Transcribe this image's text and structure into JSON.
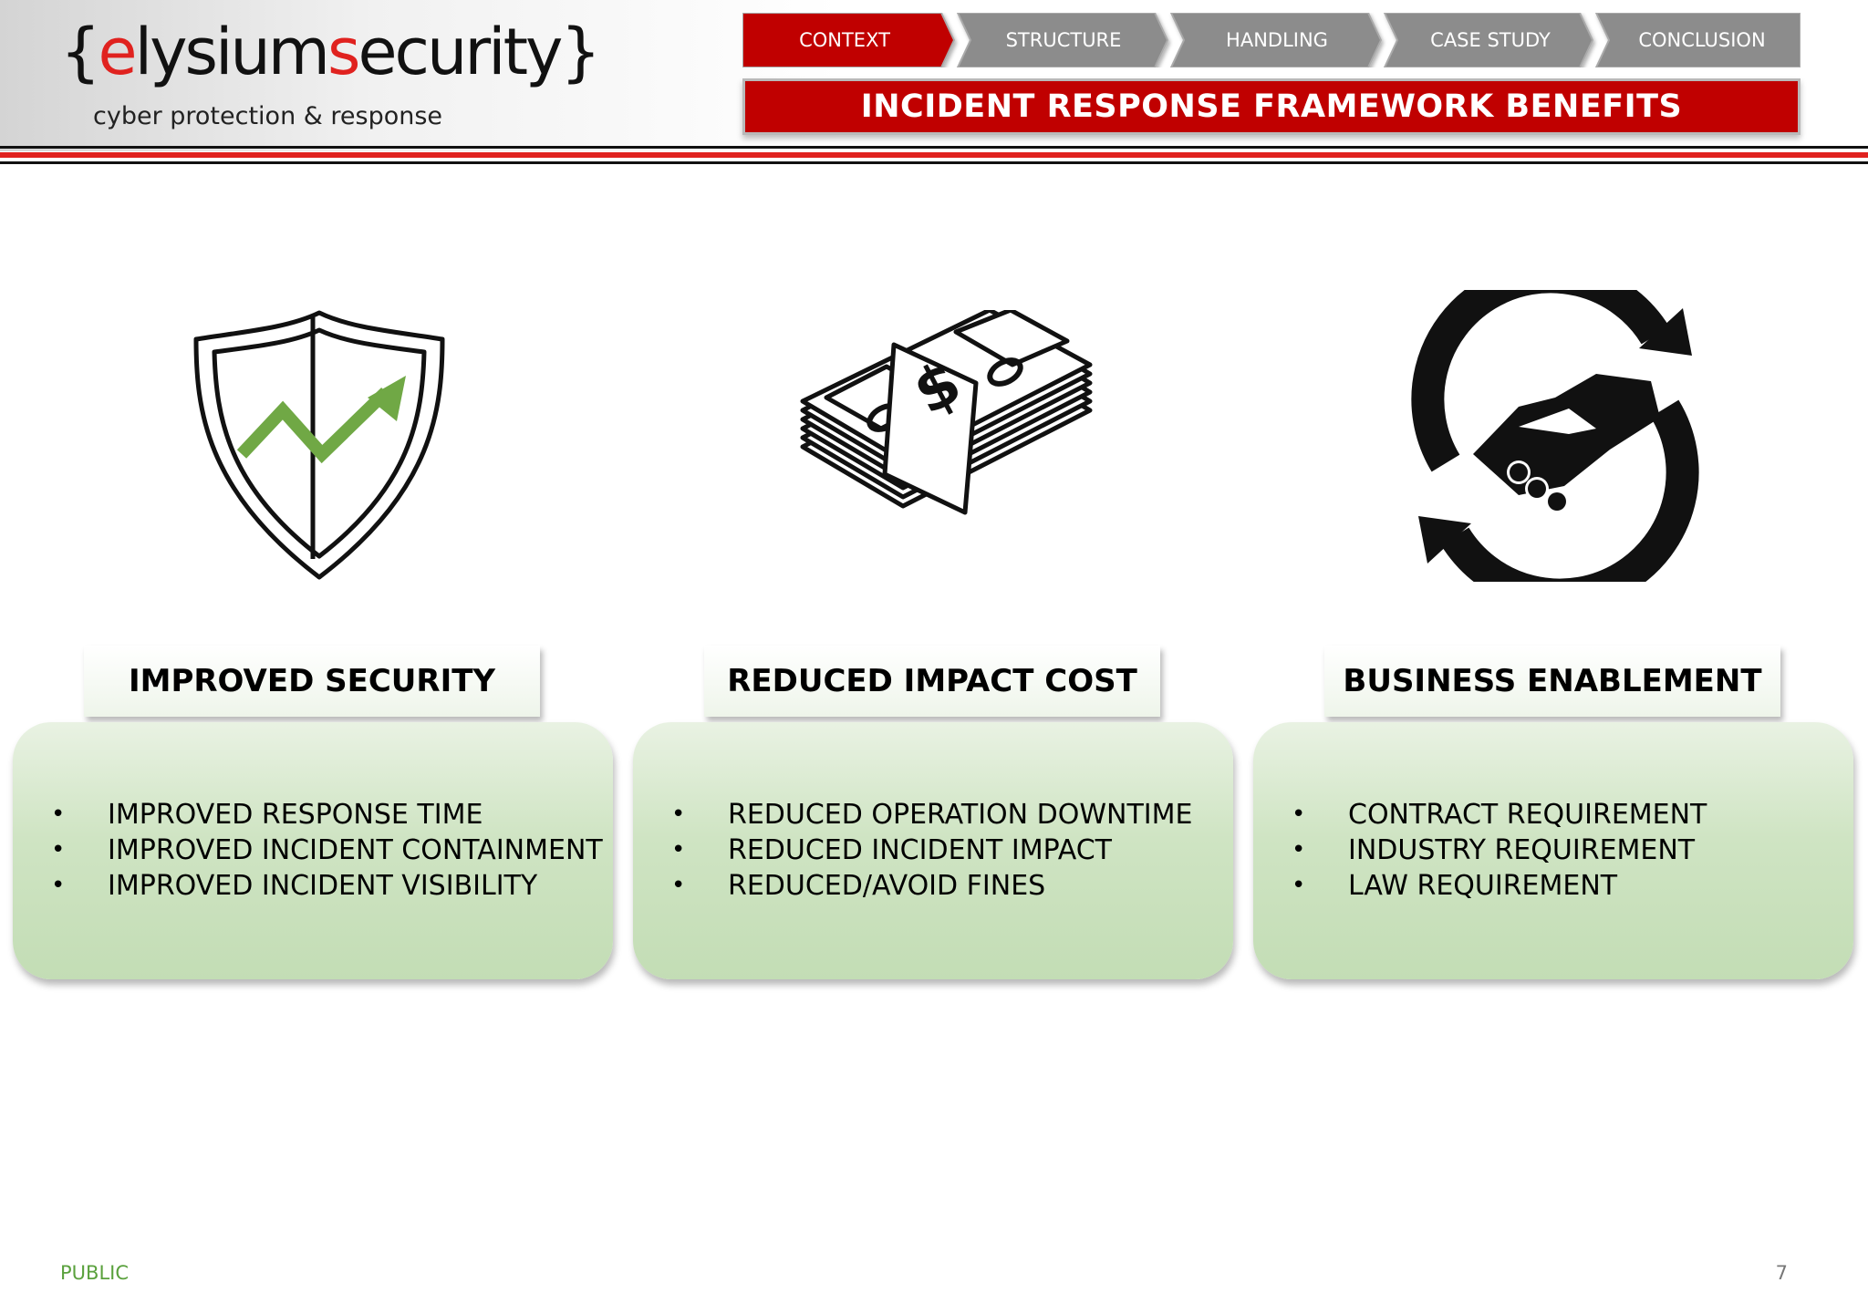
{
  "logo": {
    "open_brace": "{",
    "part1": "e",
    "part2": "lysium",
    "part3": "s",
    "part4": "ecurity",
    "close_brace": "}",
    "tagline": "cyber protection & response"
  },
  "nav": {
    "items": [
      {
        "label": "CONTEXT",
        "active": true
      },
      {
        "label": "STRUCTURE",
        "active": false
      },
      {
        "label": "HANDLING",
        "active": false
      },
      {
        "label": "CASE STUDY",
        "active": false
      },
      {
        "label": "CONCLUSION",
        "active": false
      }
    ],
    "active_color": "#c00000",
    "inactive_color": "#8c8c8c"
  },
  "slide_title": "INCIDENT RESPONSE FRAMEWORK BENEFITS",
  "columns": [
    {
      "title": "IMPROVED SECURITY",
      "icon": "shield-trend-icon",
      "items": [
        "IMPROVED RESPONSE TIME",
        "IMPROVED INCIDENT CONTAINMENT",
        "IMPROVED INCIDENT VISIBILITY"
      ]
    },
    {
      "title": "REDUCED IMPACT COST",
      "icon": "money-stack-icon",
      "items": [
        "REDUCED OPERATION DOWNTIME",
        "REDUCED INCIDENT IMPACT",
        "REDUCED/AVOID FINES"
      ]
    },
    {
      "title": "BUSINESS ENABLEMENT",
      "icon": "handshake-cycle-icon",
      "items": [
        "CONTRACT REQUIREMENT",
        "INDUSTRY REQUIREMENT",
        "LAW REQUIREMENT"
      ]
    }
  ],
  "colors": {
    "brand_red": "#e0221f",
    "title_red": "#c00000",
    "accent_green": "#70a845",
    "box_green": "#cfe4c3"
  },
  "footer": {
    "classification": "PUBLIC",
    "page_number": "7"
  }
}
